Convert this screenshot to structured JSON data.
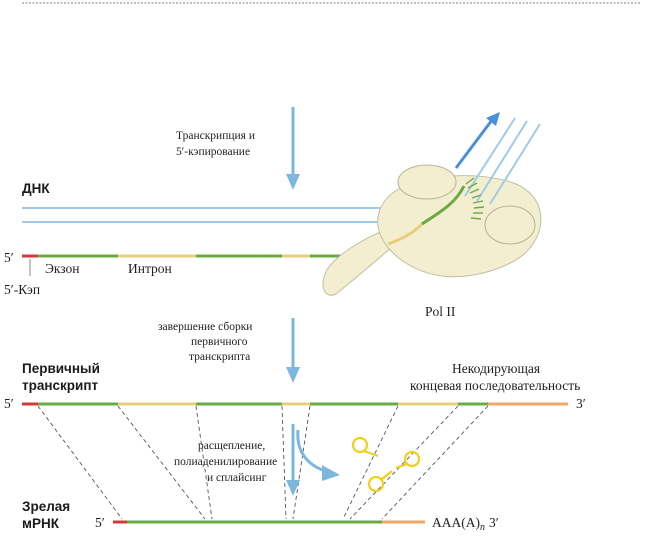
{
  "labels": {
    "step1_line1": "Транскрипция и",
    "step1_line2": "5′-кэпирование",
    "dna": "ДНК",
    "five_prime": "5′",
    "exon": "Экзон",
    "intron": "Интрон",
    "cap": "5′-Кэп",
    "pol": "Pol II",
    "step2_line1": "завершение сборки",
    "step2_line2": "первичного",
    "step2_line3": "транскрипта",
    "primary_line1": "Первичный",
    "primary_line2": "транскрипт",
    "noncoding_line1": "Некодирующая",
    "noncoding_line2": "концевая последовательность",
    "three_prime": "3′",
    "step3_line1": "расщепление,",
    "step3_line2": "полиаденилирование",
    "step3_line3": "и сплайсинг",
    "mature_line1": "Зрелая",
    "mature_line2": "мРНК",
    "polya_base": "AAA(A)",
    "polya_sub": "n"
  },
  "colors": {
    "dna_strand": "#9fcbe6",
    "exon": "#6aaa45",
    "intron": "#e7cf78",
    "cap": "#d23a3a",
    "tail": "#f0a86a",
    "arrow": "#7cb7df",
    "polymerase": "#f3eed0",
    "lariat": "#f1cf1c",
    "guide": "#555555"
  }
}
